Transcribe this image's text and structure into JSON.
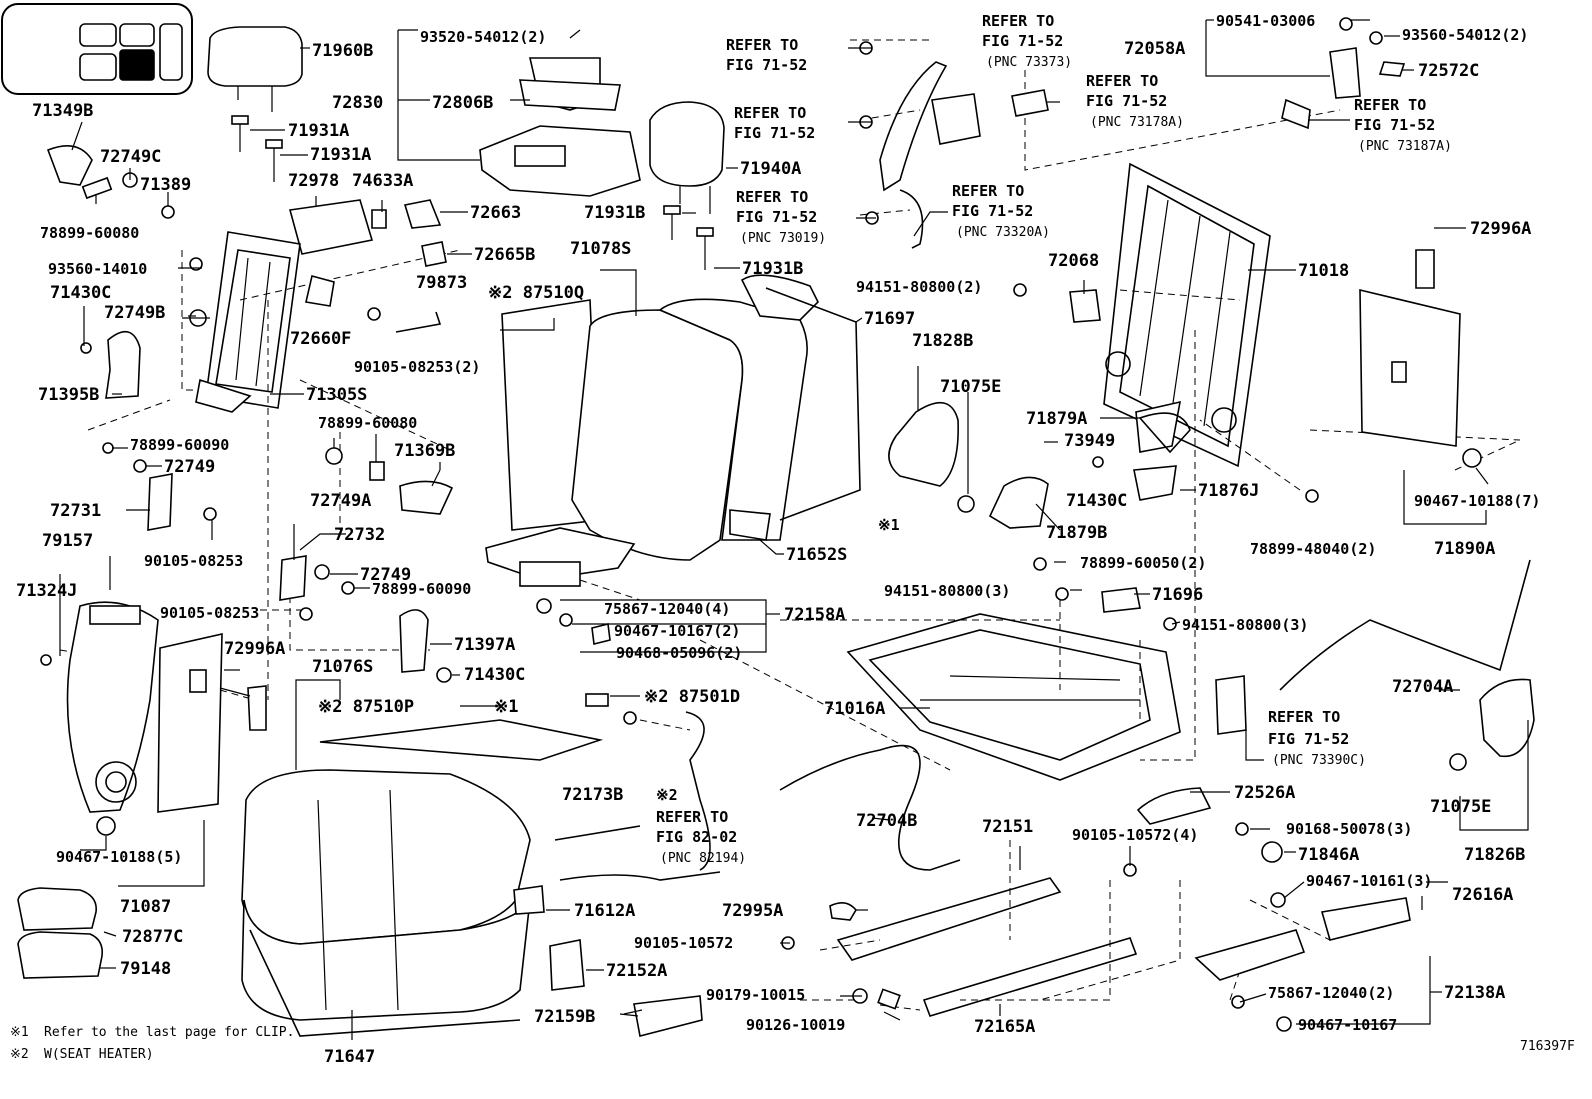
{
  "drawing_id": "716397F",
  "notes": [
    {
      "mark": "※1",
      "text": "Refer to the last page for CLIP."
    },
    {
      "mark": "※2",
      "text": "W(SEAT HEATER)"
    }
  ],
  "labels": [
    {
      "text": "71960B"
    },
    {
      "text": "93520-54012(2)"
    },
    {
      "text": "72830"
    },
    {
      "text": "72806B"
    },
    {
      "text": "REFER TO"
    },
    {
      "text": "FIG 71-52"
    },
    {
      "text": "REFER TO"
    },
    {
      "text": "FIG 71-52"
    },
    {
      "text": "(PNC 73373)"
    },
    {
      "text": "72058A"
    },
    {
      "text": "90541-03006"
    },
    {
      "text": "93560-54012(2)"
    },
    {
      "text": "72572C"
    },
    {
      "text": "REFER TO"
    },
    {
      "text": "FIG 71-52"
    },
    {
      "text": "(PNC 73178A)"
    },
    {
      "text": "REFER TO"
    },
    {
      "text": "FIG 71-52"
    },
    {
      "text": "(PNC 73187A)"
    },
    {
      "text": "71349B"
    },
    {
      "text": "72749C"
    },
    {
      "text": "71389"
    },
    {
      "text": "71931A"
    },
    {
      "text": "71931A"
    },
    {
      "text": "REFER TO"
    },
    {
      "text": "FIG 71-52"
    },
    {
      "text": "71940A"
    },
    {
      "text": "REFER TO"
    },
    {
      "text": "FIG 71-52"
    },
    {
      "text": "(PNC 73019)"
    },
    {
      "text": "REFER TO"
    },
    {
      "text": "FIG 71-52"
    },
    {
      "text": "(PNC 73320A)"
    },
    {
      "text": "72978"
    },
    {
      "text": "74633A"
    },
    {
      "text": "72663"
    },
    {
      "text": "71931B"
    },
    {
      "text": "71931B"
    },
    {
      "text": "78899-60080"
    },
    {
      "text": "93560-14010"
    },
    {
      "text": "72665B"
    },
    {
      "text": "71078S"
    },
    {
      "text": "71018"
    },
    {
      "text": "71430C"
    },
    {
      "text": "79873"
    },
    {
      "text": "※2 87510Q"
    },
    {
      "text": "94151-80800(2)"
    },
    {
      "text": "72068"
    },
    {
      "text": "72996A"
    },
    {
      "text": "72749B"
    },
    {
      "text": "72660F"
    },
    {
      "text": "71697"
    },
    {
      "text": "71828B"
    },
    {
      "text": "90105-08253(2)"
    },
    {
      "text": "71075E"
    },
    {
      "text": "71395B"
    },
    {
      "text": "71305S"
    },
    {
      "text": "71879A"
    },
    {
      "text": "78899-60080"
    },
    {
      "text": "73949"
    },
    {
      "text": "78899-60090"
    },
    {
      "text": "71369B"
    },
    {
      "text": "72749"
    },
    {
      "text": "72749A"
    },
    {
      "text": "71430C"
    },
    {
      "text": "71876J"
    },
    {
      "text": "90467-10188(7)"
    },
    {
      "text": "72731"
    },
    {
      "text": "※1"
    },
    {
      "text": "71879B"
    },
    {
      "text": "90105-08253"
    },
    {
      "text": "71652S"
    },
    {
      "text": "78899-48040(2)"
    },
    {
      "text": "71890A"
    },
    {
      "text": "79157"
    },
    {
      "text": "72732"
    },
    {
      "text": "78899-60050(2)"
    },
    {
      "text": "72749"
    },
    {
      "text": "71324J"
    },
    {
      "text": "78899-60090"
    },
    {
      "text": "94151-80800(3)"
    },
    {
      "text": "71696"
    },
    {
      "text": "90105-08253"
    },
    {
      "text": "75867-12040(4)"
    },
    {
      "text": "72158A"
    },
    {
      "text": "94151-80800(3)"
    },
    {
      "text": "90467-10167(2)"
    },
    {
      "text": "72996A"
    },
    {
      "text": "71397A"
    },
    {
      "text": "90468-05096(2)"
    },
    {
      "text": "72704A"
    },
    {
      "text": "71430C"
    },
    {
      "text": "71076S"
    },
    {
      "text": "※2 87501D"
    },
    {
      "text": "71016A"
    },
    {
      "text": "※2 87510P"
    },
    {
      "text": "※1"
    },
    {
      "text": "REFER TO"
    },
    {
      "text": "FIG 71-52"
    },
    {
      "text": "(PNC 73390C)"
    },
    {
      "text": "72526A"
    },
    {
      "text": "72173B"
    },
    {
      "text": "72704B"
    },
    {
      "text": "72151"
    },
    {
      "text": "90105-10572(4)"
    },
    {
      "text": "90168-50078(3)"
    },
    {
      "text": "※2"
    },
    {
      "text": "REFER TO"
    },
    {
      "text": "FIG 82-02"
    },
    {
      "text": "(PNC 82194)"
    },
    {
      "text": "71846A"
    },
    {
      "text": "71075E"
    },
    {
      "text": "90467-10188(5)"
    },
    {
      "text": "71826B"
    },
    {
      "text": "71087"
    },
    {
      "text": "90467-10161(3)"
    },
    {
      "text": "72616A"
    },
    {
      "text": "71612A"
    },
    {
      "text": "72995A"
    },
    {
      "text": "72877C"
    },
    {
      "text": "90105-10572"
    },
    {
      "text": "79148"
    },
    {
      "text": "72152A"
    },
    {
      "text": "72138A"
    },
    {
      "text": "90179-10015"
    },
    {
      "text": "75867-12040(2)"
    },
    {
      "text": "72159B"
    },
    {
      "text": "90126-10019"
    },
    {
      "text": "72165A"
    },
    {
      "text": "90467-10167"
    },
    {
      "text": "71647"
    }
  ]
}
